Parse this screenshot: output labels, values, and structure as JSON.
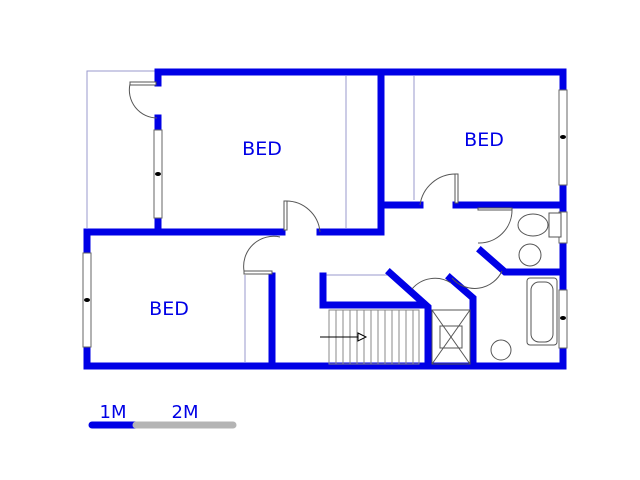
{
  "rooms": [
    {
      "label": "BED"
    },
    {
      "label": "BED"
    },
    {
      "label": "BED"
    }
  ],
  "scale_bar": {
    "label_1": "1M",
    "label_2": "2M"
  },
  "colors": {
    "wall": "#0000e6",
    "scale_primary": "#0000e6",
    "scale_secondary": "#b4b4b4",
    "thin_line": "#9a9acc"
  }
}
